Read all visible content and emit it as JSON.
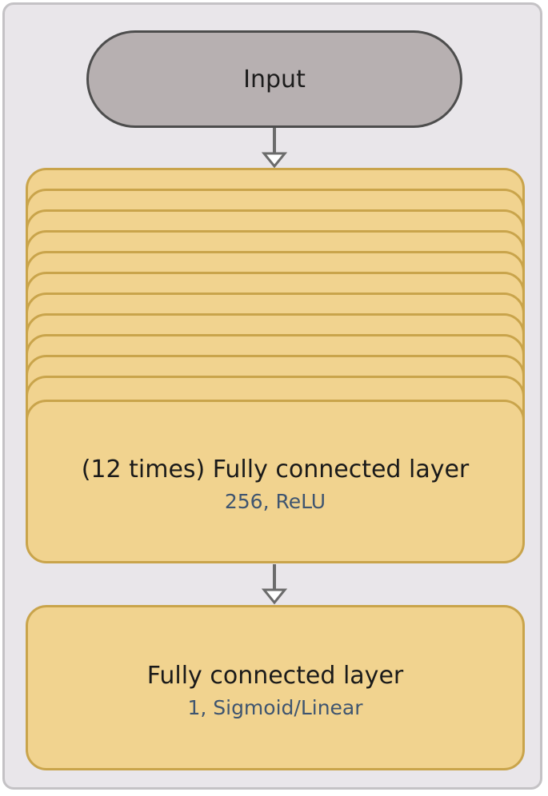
{
  "input": {
    "label": "Input"
  },
  "hidden_layer": {
    "title": "(12 times) Fully connected layer",
    "detail": "256, ReLU",
    "repeat": 12
  },
  "output_layer": {
    "title": "Fully connected layer",
    "detail": "1, Sigmoid/Linear"
  },
  "colors": {
    "background": "#e9e6ea",
    "input_fill": "#b7b0b1",
    "layer_fill": "#f1d38f",
    "layer_border": "#c9a44b",
    "detail_text": "#3f5570"
  }
}
